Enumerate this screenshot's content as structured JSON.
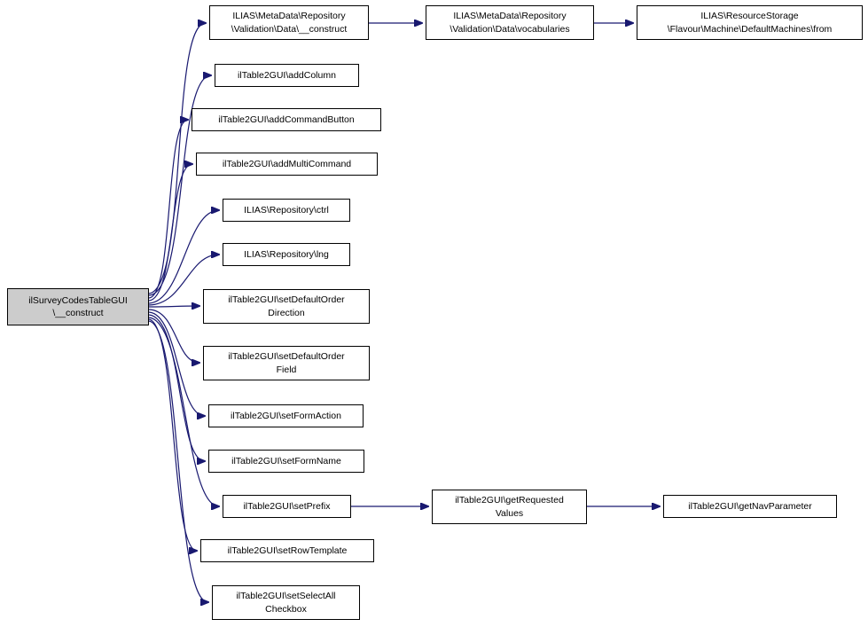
{
  "colors": {
    "edge_color": "#191970",
    "node_border": "#000000",
    "node_fill": "#ffffff",
    "root_fill": "#cccccc",
    "text_color": "#000000"
  },
  "diagram": {
    "type": "call-graph",
    "root": {
      "label": "ilSurveyCodesTableGUI\n\\__construct"
    },
    "nodes": [
      {
        "id": "metadata-construct",
        "label": "ILIAS\\MetaData\\Repository\n\\Validation\\Data\\__construct"
      },
      {
        "id": "vocabularies",
        "label": "ILIAS\\MetaData\\Repository\n\\Validation\\Data\\vocabularies"
      },
      {
        "id": "defaultmachines-from",
        "label": "ILIAS\\ResourceStorage\n\\Flavour\\Machine\\DefaultMachines\\from"
      },
      {
        "id": "addcolumn",
        "label": "ilTable2GUI\\addColumn"
      },
      {
        "id": "addcommandbutton",
        "label": "ilTable2GUI\\addCommandButton"
      },
      {
        "id": "addmulticommand",
        "label": "ilTable2GUI\\addMultiCommand"
      },
      {
        "id": "repository-ctrl",
        "label": "ILIAS\\Repository\\ctrl"
      },
      {
        "id": "repository-lng",
        "label": "ILIAS\\Repository\\lng"
      },
      {
        "id": "setdefaultorderdirection",
        "label": "ilTable2GUI\\setDefaultOrder\nDirection"
      },
      {
        "id": "setdefaultorderfield",
        "label": "ilTable2GUI\\setDefaultOrder\nField"
      },
      {
        "id": "setformaction",
        "label": "ilTable2GUI\\setFormAction"
      },
      {
        "id": "setformname",
        "label": "ilTable2GUI\\setFormName"
      },
      {
        "id": "setprefix",
        "label": "ilTable2GUI\\setPrefix"
      },
      {
        "id": "setrowtemplate",
        "label": "ilTable2GUI\\setRowTemplate"
      },
      {
        "id": "setselectallcheckbox",
        "label": "ilTable2GUI\\setSelectAll\nCheckbox"
      },
      {
        "id": "getrequestedvalues",
        "label": "ilTable2GUI\\getRequested\nValues"
      },
      {
        "id": "getnavparameter",
        "label": "ilTable2GUI\\getNavParameter"
      }
    ]
  }
}
